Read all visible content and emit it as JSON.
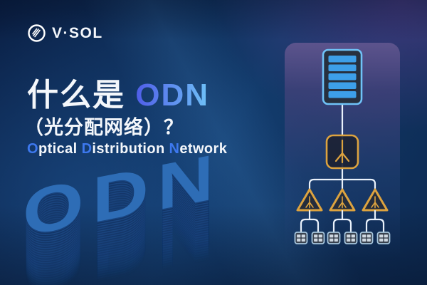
{
  "brand": {
    "logo_icon": "vsol-logo-icon",
    "logo_text": "V·SOL"
  },
  "hero": {
    "title_prefix": "什么是 ",
    "title_highlight": "ODN",
    "subtitle": "（光分配网络）？",
    "english_segments": [
      {
        "text": "O",
        "highlight": true
      },
      {
        "text": "ptical ",
        "highlight": false
      },
      {
        "text": "D",
        "highlight": true
      },
      {
        "text": "istribution ",
        "highlight": false
      },
      {
        "text": "N",
        "highlight": true
      },
      {
        "text": "etwork",
        "highlight": false
      }
    ],
    "watermark_3d": "ODN"
  },
  "diagram": {
    "icons": [
      "olt-server-icon",
      "optical-splitter-icon",
      "sub-splitter-icon",
      "onu-icon"
    ],
    "counts": {
      "olt": 1,
      "splitter": 1,
      "sub_splitters": 3,
      "onus": 6
    }
  },
  "colors": {
    "bg_top_left": "#0a1f44",
    "bg_mid": "#123a6a",
    "bg_bottom": "#0d2a52",
    "panel_purple": "#564e82",
    "accent_blue_light": "#6fc2f7",
    "accent_blue": "#3d78ee",
    "gradient_odn_start": "#4f5ce8",
    "gradient_odn_end": "#6fc2f7",
    "accent_orange": "#dda33f",
    "wire": "#e9f1fb",
    "olt_bar": "#3d9fe9",
    "odn3d": "#2e6db6",
    "text_white": "#f4f7fb"
  }
}
